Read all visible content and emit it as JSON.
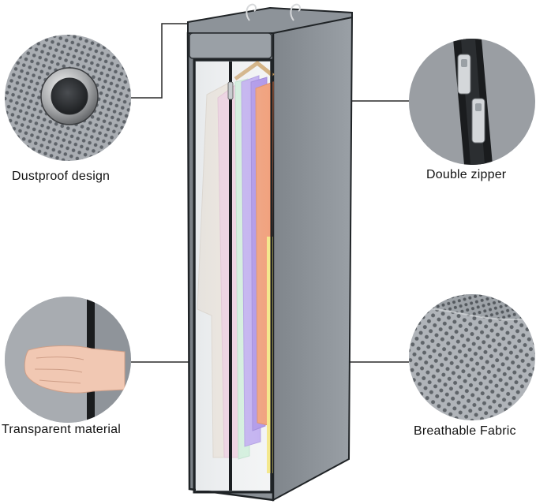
{
  "features": {
    "dustproof": {
      "label": "Dustproof design",
      "icon": "mesh-grommet-closeup"
    },
    "zipper": {
      "label": "Double zipper",
      "icon": "zipper-pulls-closeup"
    },
    "transparent": {
      "label": "Transparent material",
      "icon": "hand-through-window-closeup"
    },
    "breathable": {
      "label": "Breathable Fabric",
      "icon": "mesh-fabric-closeup"
    }
  },
  "colors": {
    "bag_gray": "#8f959b",
    "bag_dark": "#6f757b",
    "trim": "#1f2326",
    "mesh_bg": "#a9adb2",
    "clothes": [
      "#efe3d6",
      "#f2c6dc",
      "#c9f0d6",
      "#b39af0",
      "#9a79e6",
      "#f08656",
      "#f4e36a"
    ]
  }
}
